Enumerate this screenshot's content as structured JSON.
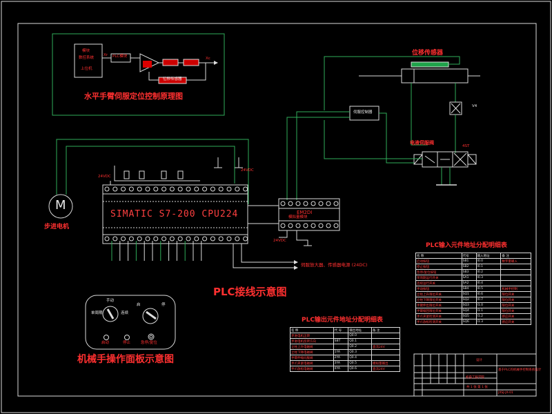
{
  "titles": {
    "servo_principle": "水平手臂伺服定位控制原理图",
    "plc_wiring": "PLC接线示意图",
    "panel": "机械手操作面板示意图",
    "input_table": "PLC输入元件地址分配明细表",
    "output_table": "PLC输出元件地址分配明细表"
  },
  "servo_block": {
    "host_line1": "模块",
    "host_line2": "数控系统",
    "host_line3": "上位机",
    "plc_block": "PLC模块",
    "ref_label": "Xr",
    "out_label": "Xc",
    "feedback_block": "位移传感器"
  },
  "hydraulic": {
    "sensor": "位移传感器",
    "valve_label": "V4",
    "servo_valve": "电液伺服阀",
    "controller": "伺服控制器",
    "coil": "4ST"
  },
  "plc": {
    "model": "SIMATIC S7-200 CPU224",
    "ext_module": "EM2DI",
    "ext_module2": "模拟量模块",
    "dc24_top": "24VDC",
    "dc24_right": "24VDC",
    "dc24_bottom": "24VDC",
    "power_note": "伺服放大器、传感器电源 (24DC)"
  },
  "motor": {
    "symbol": "M",
    "label": "步进电机"
  },
  "panel": {
    "mode_top": "手动",
    "mode_left": "单周期",
    "mode_right": "连续",
    "sw2_left": "启",
    "sw2_right": "停",
    "btn_start": "启动",
    "btn_stop": "停止",
    "btn_estop": "急停/复位"
  },
  "input_table": {
    "headers": [
      "名 称",
      "代号",
      "输入地址",
      "备 注"
    ],
    "rows": [
      [
        "启动按钮",
        "SB1",
        "I0.0",
        "数字量输入"
      ],
      [
        "停止按钮",
        "SB2",
        "I0.1",
        ""
      ],
      [
        "急停/复位按钮",
        "SB3",
        "I0.2",
        ""
      ],
      [
        "单周期运行开关",
        "SA1",
        "I0.3",
        ""
      ],
      [
        "连续运行开关",
        "SA2",
        "I0.4",
        ""
      ],
      [
        "手动按钮",
        "SB4",
        "I0.5",
        "机械手控制"
      ],
      [
        "立柱上升限位开关",
        "SQ1",
        "I0.6",
        "限位开关"
      ],
      [
        "立柱下降限位开关",
        "SQ2",
        "I0.7",
        "限位开关"
      ],
      [
        "手臂伸出限位开关",
        "SQ3",
        "I1.0",
        "限位开关"
      ],
      [
        "手臂缩回限位开关",
        "SQ4",
        "I1.1",
        "限位开关"
      ],
      [
        "手爪夹紧检测开关",
        "SQ5",
        "I1.2",
        "感应开关"
      ],
      [
        "手爪放松检测开关",
        "SQ6",
        "I1.3",
        "感应开关"
      ]
    ]
  },
  "output_table": {
    "headers": [
      "名 称",
      "代 号",
      "输出地址",
      "备 注"
    ],
    "rows": [
      [
        "步进电机正转",
        "",
        "Q0.0",
        ""
      ],
      [
        "步进电机反转方向",
        "SBT",
        "Q0.1",
        ""
      ],
      [
        "立柱上升电磁阀",
        "",
        "Q0.2",
        "直流24V"
      ],
      [
        "立柱下降电磁阀",
        "1YA",
        "Q0.3",
        ""
      ],
      [
        "手臂伸缩伺服阀",
        "2YA",
        "Q0.4",
        ""
      ],
      [
        "手爪夹紧电磁阀",
        "3YA",
        "Q0.5",
        "模拟量输出"
      ],
      [
        "手爪放松电磁阀",
        "4YA",
        "Q0.6",
        "直流24V"
      ]
    ]
  },
  "title_block": {
    "designer": "设计",
    "project": "基于PLC的机械手控制系统设计",
    "drawing_no": "JXSJ-JX-01",
    "school": "机电工程学院",
    "sheet": "共 1 张 第 1 张"
  }
}
